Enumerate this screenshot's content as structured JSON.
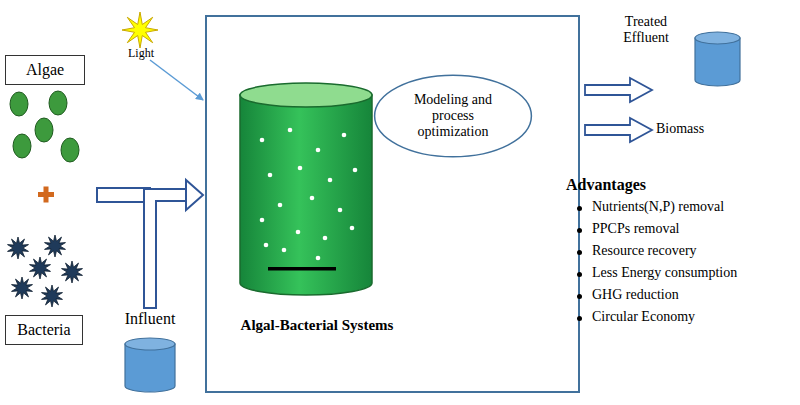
{
  "diagram": {
    "nodes": [
      {
        "text": [
          "Algae"
        ]
      },
      {
        "text": [
          "Bacteria"
        ]
      },
      {
        "text": [
          "Influent"
        ]
      },
      {
        "text": [
          "Algal-Bacterial Systems"
        ]
      },
      {
        "text": [
          "Modeling and process optimization"
        ],
        "in": 3
      }
    ],
    "edges": [
      {
        "from": 2,
        "to": 3,
        "arrow": "to"
      }
    ],
    "labels": [
      "Light",
      "Treated Effluent",
      "Biomass",
      "Advantages",
      "Nutrients(N,P) removal",
      "PPCPs removal",
      "Resource recovery",
      "Less Energy consumption",
      "GHG reduction",
      "Circular Economy"
    ]
  }
}
